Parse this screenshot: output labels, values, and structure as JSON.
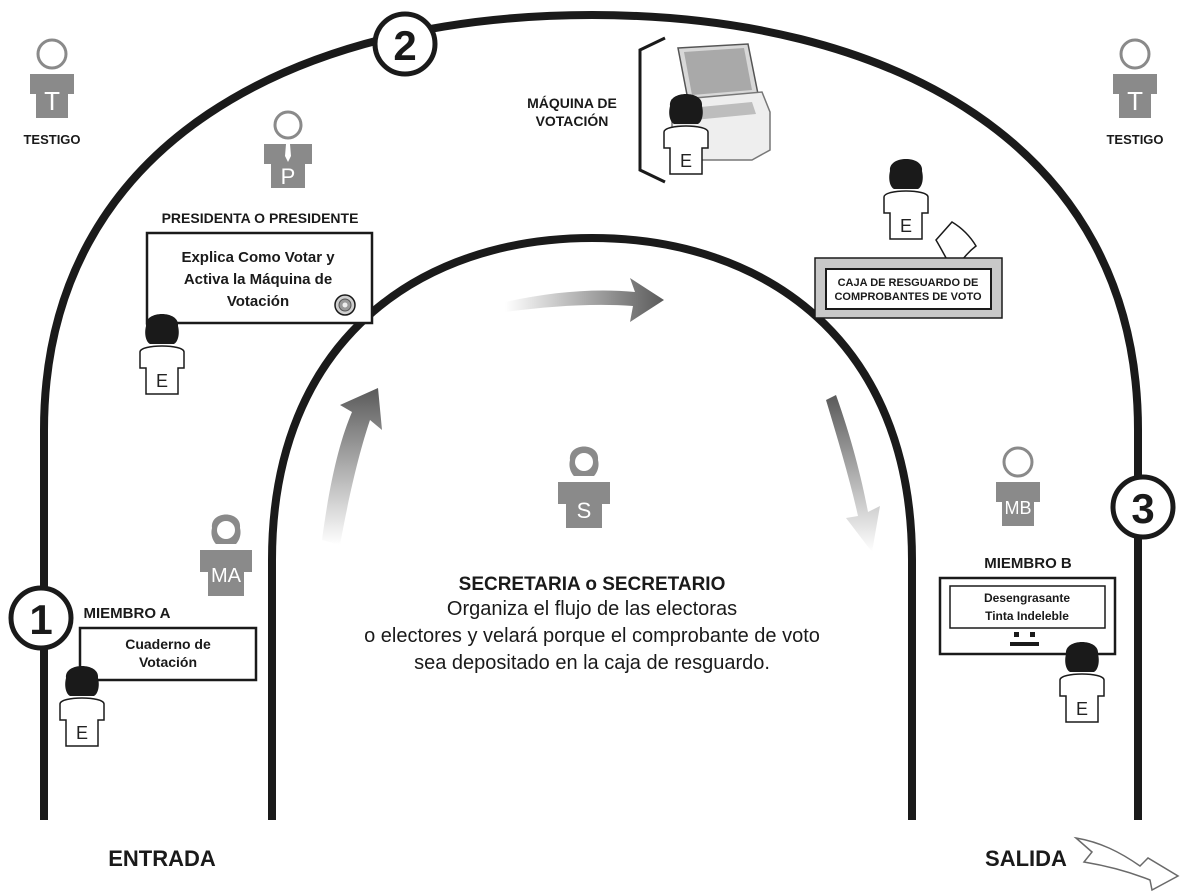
{
  "steps": [
    "1",
    "2",
    "3"
  ],
  "labels": {
    "entrance": "ENTRADA",
    "exit": "SALIDA",
    "witness_left": "TESTIGO",
    "witness_right": "TESTIGO",
    "witness_letter": "T",
    "president_title": "PRESIDENTA O PRESIDENTE",
    "president_letter": "P",
    "president_box": [
      "Explica Como Votar y",
      "Activa la Máquina de",
      "Votación"
    ],
    "machine_label": [
      "MÁQUINA DE",
      "VOTACIÓN"
    ],
    "ballot_box": [
      "CAJA DE RESGUARDO DE",
      "COMPROBANTES DE VOTO"
    ],
    "secretary_letter": "S",
    "secretary_title": "SECRETARIA o SECRETARIO",
    "secretary_desc": [
      "Organiza el flujo de las electoras",
      "o electores y velará porque el comprobante de voto",
      "sea depositado en la caja de resguardo."
    ],
    "member_a_letter": "MA",
    "member_a_title": "MIEMBRO A",
    "member_a_box": [
      "Cuaderno de",
      "Votación"
    ],
    "member_b_letter": "MB",
    "member_b_title": "MIEMBRO B",
    "member_b_box": [
      "Desengrasante",
      "Tinta Indeleble"
    ],
    "elector_letter": "E"
  },
  "colors": {
    "line": "#1a1a1a",
    "figure_gray": "#8a8a8a",
    "box_gray": "#c8c8c8",
    "arrow_gray": "#6a6a6a"
  }
}
